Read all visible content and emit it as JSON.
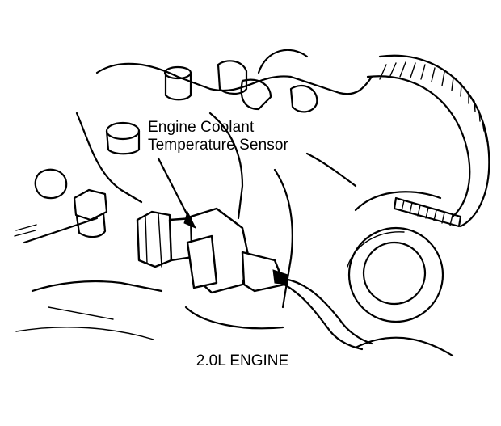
{
  "labels": {
    "sensor_line1": "Engine Coolant",
    "sensor_line2": "Temperature Sensor",
    "caption": "2.0L ENGINE"
  },
  "colors": {
    "ink": "#000000",
    "paper": "#ffffff"
  }
}
